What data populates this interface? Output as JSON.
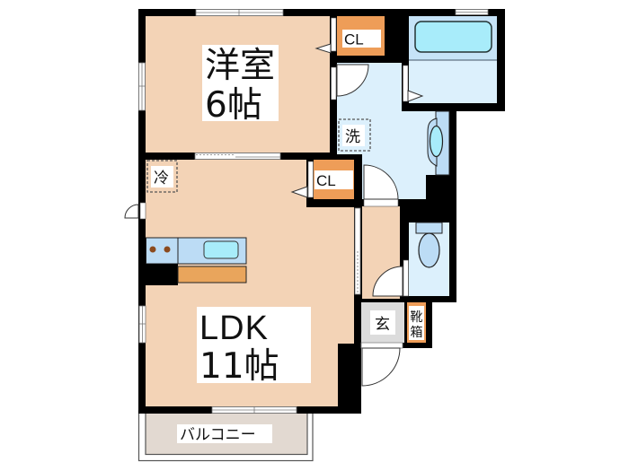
{
  "plan": {
    "western_room": {
      "name": "洋室",
      "size": "6帖"
    },
    "ldk": {
      "name": "LDK",
      "size": "11帖"
    },
    "closet_bedroom": {
      "label": "CL"
    },
    "closet_ldk": {
      "label": "CL"
    },
    "washroom": {
      "label": "洗"
    },
    "refrigerator": {
      "label": "冷"
    },
    "entrance": {
      "label": "玄"
    },
    "shoe_cabinet": {
      "label": "靴箱",
      "chars": [
        "靴",
        "箱"
      ]
    },
    "balcony": {
      "label": "バルコニー"
    }
  },
  "colors": {
    "wall": "#000000",
    "floor_wood": "#f3d3b6",
    "wet_area": "#dcf0fc",
    "bath_tub_area": "#c6e3f7",
    "water": "#a8ecfa",
    "fixture": "#bcdcf5",
    "closet": "#ee9d58",
    "counter": "#e9a55c",
    "entrance_tile": "#dcdcdc",
    "balcony": "#e2d9d1",
    "burner": "#8b4a1e"
  }
}
